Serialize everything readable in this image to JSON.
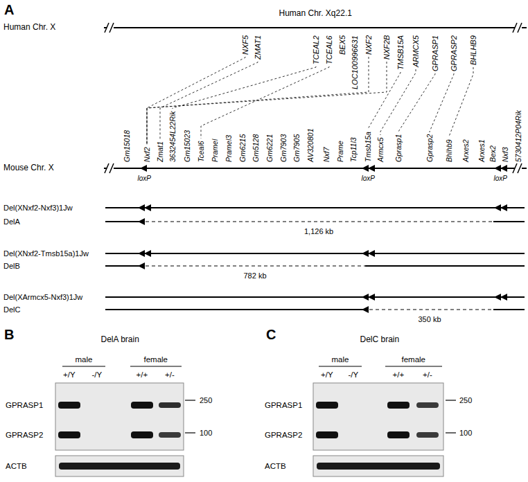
{
  "diagram": {
    "labels": [
      "A",
      "Human Chr. Xq22.1",
      "Human Chr. X",
      "NXF5",
      "ZMAT1",
      "TCEAL2",
      "TCEAL6",
      "BEX5",
      "LOC100996631",
      "NXF2",
      "NXF2B",
      "TMSB15A",
      "ARMCX5",
      "GPRASP1",
      "GPRASP2",
      "BHLHB9",
      "Gm15018",
      "Nxf2",
      "Zmat1",
      "3632454L22Rik",
      "Gm15023",
      "Tceal6",
      "Pramel",
      "Pramel3",
      "Gm6215",
      "Gm5128",
      "Gm6221",
      "Gm7903",
      "Gm7905",
      "AV320801",
      "Nxf7",
      "Prame",
      "Tcp11l3",
      "Tmsb15a",
      "Armcx5",
      "Gprasp1",
      "Gprasp2",
      "Bhlhb9",
      "Arxes2",
      "Arxes1",
      "Bex2",
      "Nxf3",
      "5730412P04Rik",
      "Mouse Chr. X",
      "loxP",
      "loxP",
      "loxP",
      "Del(XNxf2-Nxf3)1Jw",
      "DelA",
      "1,126 kb",
      "Del(XNxf2-Tmsb15a)1Jw",
      "DelB",
      "782 kb",
      "Del(XArmcx5-Nxf3)1Jw",
      "DelC",
      "350 kb",
      "B",
      "DelA brain",
      "male",
      "female",
      "+/Y",
      "-/Y",
      "+/+",
      "+/-",
      "GPRASP1",
      "GPRASP2",
      "ACTB",
      "250",
      "100",
      "C",
      "DelC brain",
      "male",
      "female",
      "+/Y",
      "-/Y",
      "+/+",
      "+/-",
      "GPRASP1",
      "GPRASP2",
      "ACTB",
      "250",
      "100"
    ]
  }
}
